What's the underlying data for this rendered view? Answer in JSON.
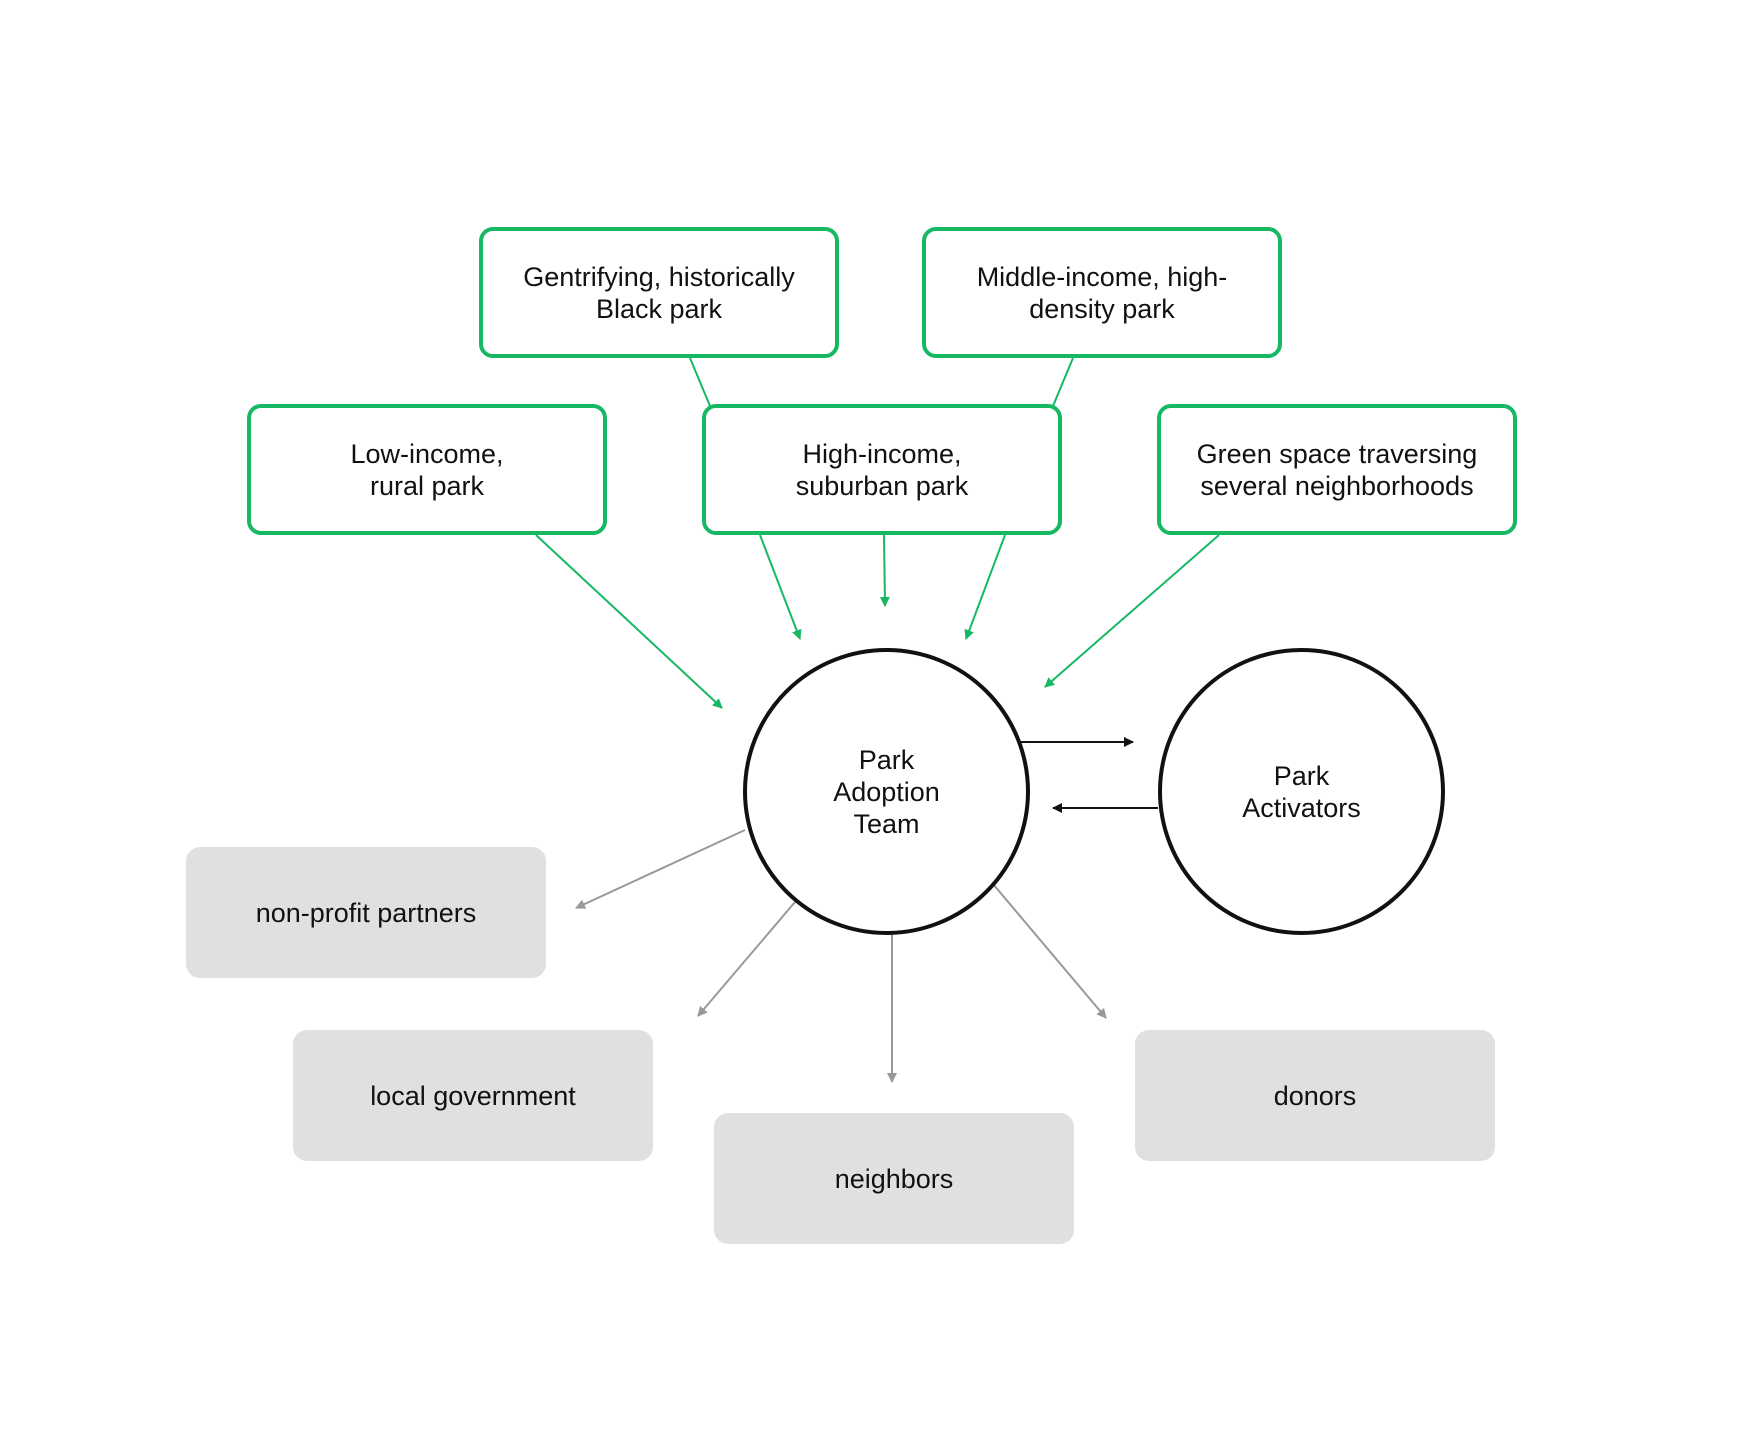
{
  "colors": {
    "park_type_border": "#17b864",
    "green_arrow": "#17b864",
    "gray_arrow": "#999999",
    "black_arrow": "#111111",
    "party_box_fill": "#dfe0e2"
  },
  "park_types": {
    "gentrifying": "Gentrifying, historically\nBlack park",
    "middle_income": "Middle-income, high-\ndensity park",
    "low_income": "Low-income,\nrural park",
    "high_income": "High-income,\nsuburban park",
    "green_space": "Green space traversing\nseveral neighborhoods"
  },
  "nodes": {
    "park_adoption_team": "Park\nAdoption\nTeam",
    "park_activators": "Park\nActivators"
  },
  "parties": {
    "non_profit": "non-profit partners",
    "local_government": "local government",
    "neighbors": "neighbors",
    "donors": "donors"
  },
  "edges": [
    {
      "from": "gentrifying",
      "to": "high_income",
      "style": "line",
      "color": "green"
    },
    {
      "from": "middle_income",
      "to": "high_income",
      "style": "line",
      "color": "green"
    },
    {
      "from": "low_income",
      "to": "park_adoption_team",
      "style": "arrow",
      "color": "green"
    },
    {
      "from": "high_income",
      "to": "park_adoption_team",
      "style": "arrow",
      "color": "green",
      "count": 3
    },
    {
      "from": "green_space",
      "to": "park_adoption_team",
      "style": "arrow",
      "color": "green"
    },
    {
      "from": "park_adoption_team",
      "to": "park_activators",
      "style": "arrow",
      "color": "black"
    },
    {
      "from": "park_activators",
      "to": "park_adoption_team",
      "style": "arrow",
      "color": "black"
    },
    {
      "from": "park_adoption_team",
      "to": "non_profit",
      "style": "arrow",
      "color": "gray"
    },
    {
      "from": "park_adoption_team",
      "to": "local_government",
      "style": "arrow",
      "color": "gray"
    },
    {
      "from": "park_adoption_team",
      "to": "neighbors",
      "style": "arrow",
      "color": "gray"
    },
    {
      "from": "park_adoption_team",
      "to": "donors",
      "style": "arrow",
      "color": "gray"
    }
  ]
}
